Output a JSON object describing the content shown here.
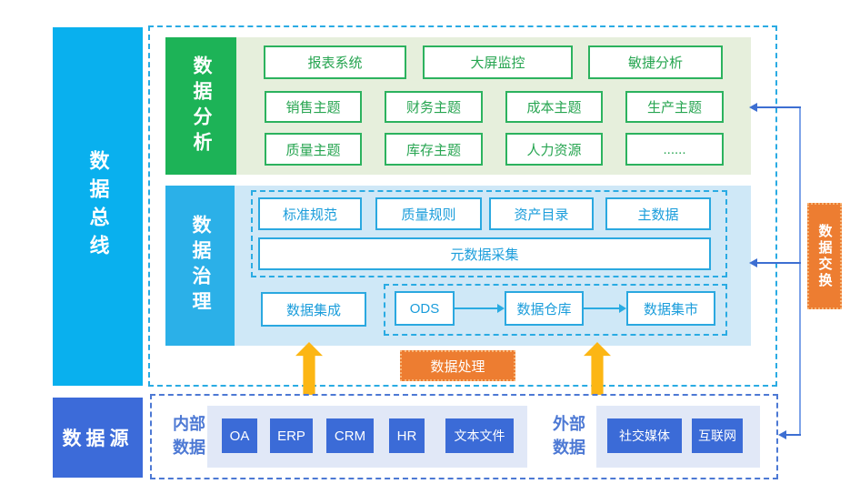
{
  "palette": {
    "bus_cyan": "#09b0ee",
    "governance_cyan": "#2bb0e8",
    "green": "#1db357",
    "light_green_bg": "#e6efdc",
    "green_border": "#2cb25e",
    "green_text": "#27a551",
    "light_blue_bg": "#cfe8f7",
    "blue_box_border": "#2aa8e0",
    "blue_box_text": "#1b9ddb",
    "cyan_dash_border": "#2aabe3",
    "royal_blue": "#3b6bd7",
    "royal_dash_border": "#4d79d4",
    "lavender_bg": "#e1e8f7",
    "orange": "#ed7d31",
    "yellow_arrow": "#fcb614",
    "connector_blue": "#3d6fd2"
  },
  "bus": {
    "label": "数据总线"
  },
  "analysis": {
    "label": "数据分析",
    "row1": [
      "报表系统",
      "大屏监控",
      "敏捷分析"
    ],
    "row2": [
      "销售主题",
      "财务主题",
      "成本主题",
      "生产主题"
    ],
    "row3": [
      "质量主题",
      "库存主题",
      "人力资源",
      "......"
    ]
  },
  "governance": {
    "label": "数据治理",
    "standards": [
      "标准规范",
      "质量规则",
      "资产目录",
      "主数据"
    ],
    "metadata": "元数据采集",
    "integration": "数据集成",
    "pipeline": [
      "ODS",
      "数据仓库",
      "数据集市"
    ]
  },
  "processing": {
    "label": "数据处理"
  },
  "exchange": {
    "label": "数据交换"
  },
  "source": {
    "label": "数据源",
    "internal_label": "内部数据",
    "internal_items": [
      "OA",
      "ERP",
      "CRM",
      "HR",
      "文本文件"
    ],
    "external_label": "外部数据",
    "external_items": [
      "社交媒体",
      "互联网"
    ]
  }
}
